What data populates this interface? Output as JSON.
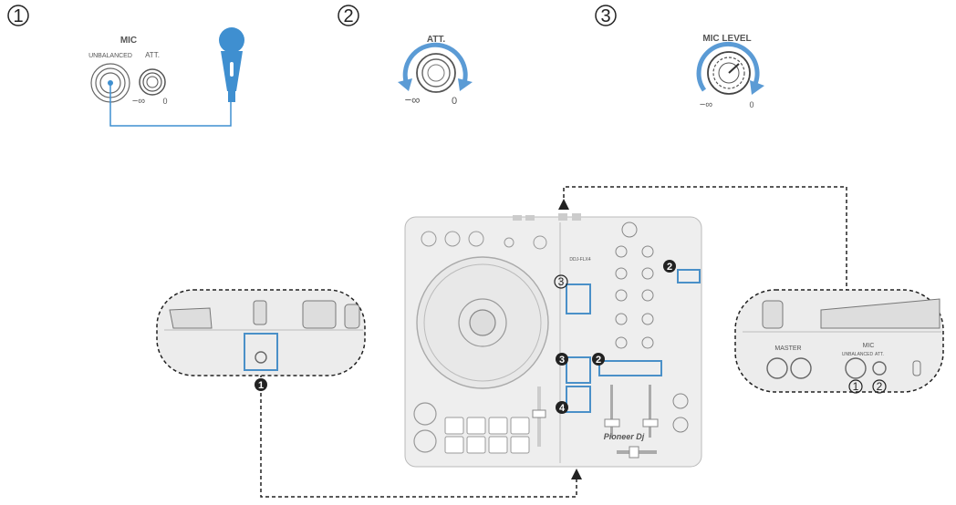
{
  "steps": [
    {
      "number": "1"
    },
    {
      "number": "2"
    },
    {
      "number": "3"
    }
  ],
  "step1": {
    "mic_label": "MIC",
    "unbalanced_label": "UNBALANCED",
    "att_label": "ATT.",
    "min_label": "−∞",
    "max_label": "0"
  },
  "step2": {
    "att_label": "ATT.",
    "min_label": "−∞",
    "max_label": "0"
  },
  "step3": {
    "level_label": "MIC LEVEL",
    "min_label": "−∞",
    "max_label": "0"
  },
  "right_panel": {
    "master_label": "MASTER",
    "mic_label": "MIC",
    "unbalanced_label": "UNBALANCED",
    "att_label": "ATT.",
    "badge1": "1",
    "badge2": "2"
  },
  "left_panel": {
    "badge": "1"
  },
  "controller": {
    "brand": "Pioneer Dj",
    "model": "DDJ-FLX4",
    "badges": [
      "2",
      "3",
      "3",
      "2",
      "4"
    ]
  },
  "colors": {
    "highlight": "#4a90c8",
    "knob_arrow": "#5b9bd5",
    "mic_blue": "#3f8fd0",
    "outline": "#333333",
    "device_fill": "#e6e6e6"
  }
}
